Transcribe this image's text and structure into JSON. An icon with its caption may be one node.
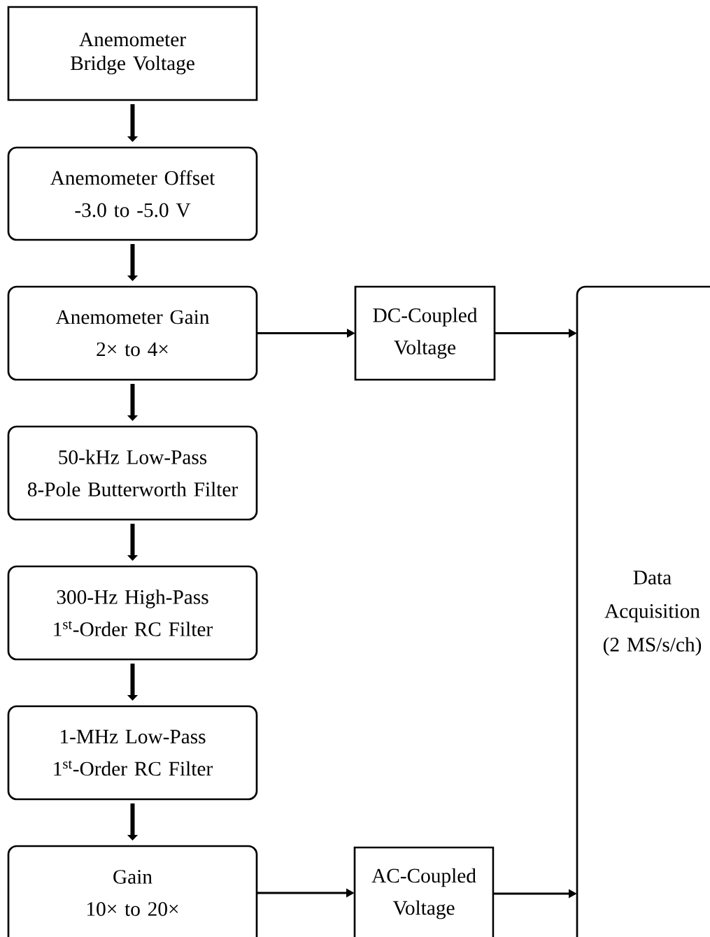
{
  "diagram": {
    "nodes": [
      {
        "text": [
          "Anemometer Bridge Voltage"
        ]
      },
      {
        "text": [
          "Anemometer Offset",
          "-3.0 to -5.0 V"
        ]
      },
      {
        "text": [
          "Anemometer Gain",
          "2× to 4×"
        ]
      },
      {
        "text": [
          "50-kHz Low-Pass",
          "8-Pole Butterworth Filter"
        ]
      },
      {
        "text": [
          "300-Hz High-Pass",
          "1$^{st}$-Order RC Filter"
        ]
      },
      {
        "text": [
          "1-MHz Low-Pass",
          "1$^{st}$-Order RC Filter"
        ]
      },
      {
        "text": [
          "Gain",
          "10× to 20×"
        ]
      },
      {
        "text": [
          "DC-Coupled",
          "Voltage"
        ]
      },
      {
        "text": [
          "AC-Coupled",
          "Voltage"
        ]
      },
      {
        "text": [
          "Data Acquisition",
          "(2 MS/s/ch)"
        ]
      }
    ],
    "edges": [
      {
        "from": 0,
        "to": 1,
        "arrow": "to"
      },
      {
        "from": 1,
        "to": 2,
        "arrow": "to"
      },
      {
        "from": 2,
        "to": 3,
        "arrow": "to"
      },
      {
        "from": 3,
        "to": 4,
        "arrow": "to"
      },
      {
        "from": 4,
        "to": 5,
        "arrow": "to"
      },
      {
        "from": 5,
        "to": 6,
        "arrow": "to"
      },
      {
        "from": 2,
        "to": 7,
        "arrow": "to"
      },
      {
        "from": 7,
        "to": 9,
        "arrow": "to"
      },
      {
        "from": 6,
        "to": 8,
        "arrow": "to"
      },
      {
        "from": 8,
        "to": 9,
        "arrow": "to"
      }
    ]
  }
}
